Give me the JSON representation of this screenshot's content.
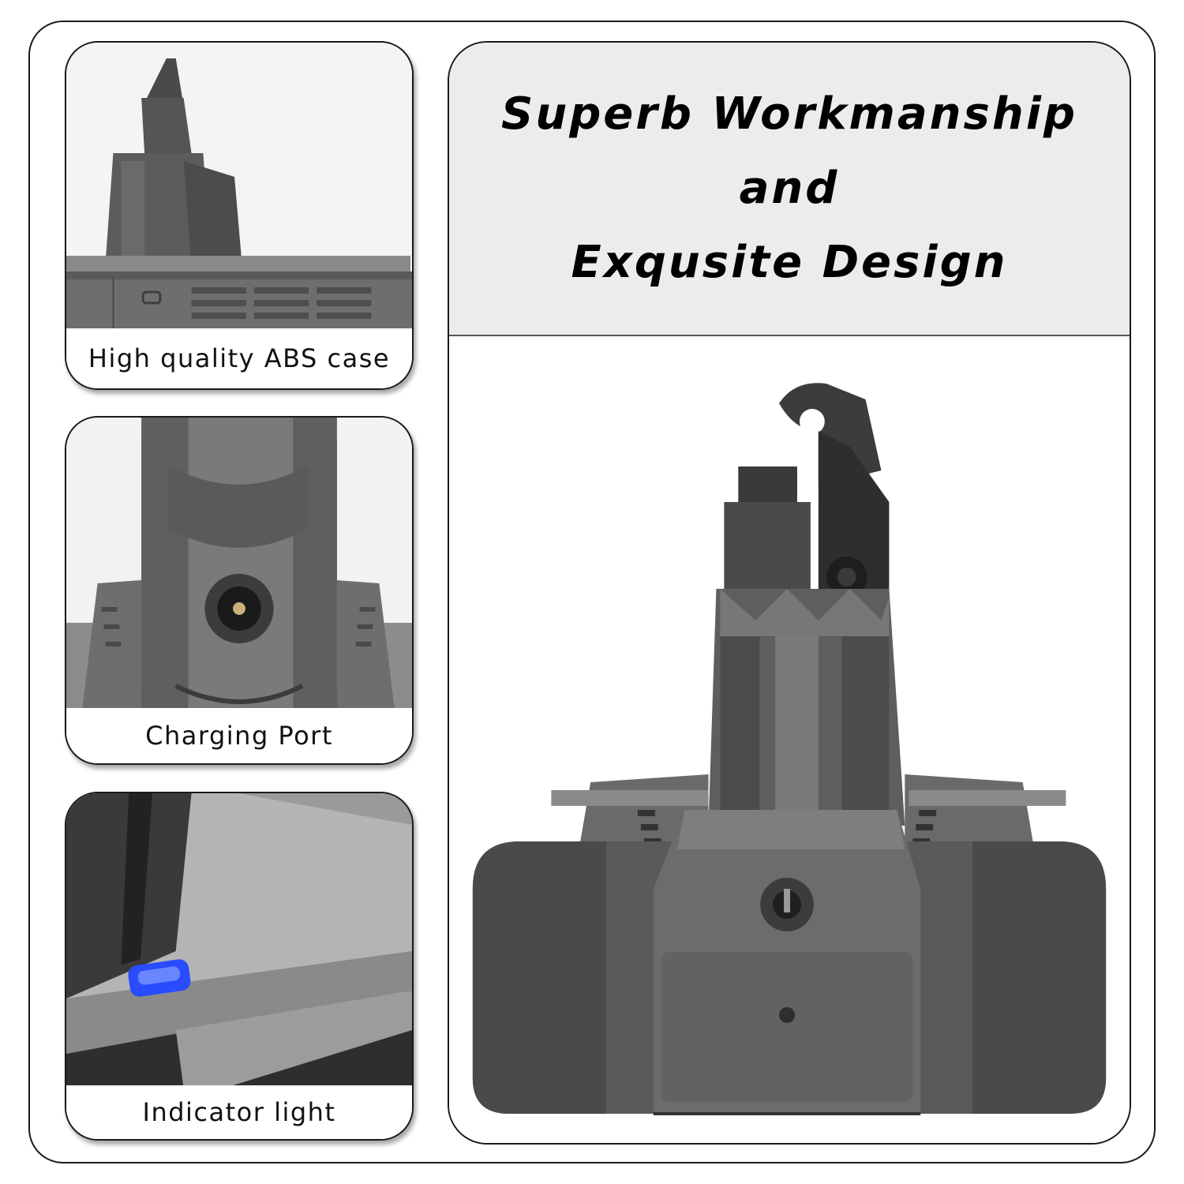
{
  "cards": [
    {
      "caption": "High quality ABS case",
      "photo_icon": "battery-case-closeup"
    },
    {
      "caption": "Charging Port",
      "photo_icon": "charging-port-closeup"
    },
    {
      "caption": "Indicator light",
      "photo_icon": "indicator-light-closeup"
    }
  ],
  "main_panel": {
    "heading": {
      "line1": "Superb Workmanship",
      "line2": "and",
      "line3": "Exqusite Design"
    },
    "product_icon": "vacuum-battery-pack"
  },
  "colors": {
    "housing_gray": "#6b6b6b",
    "housing_dark": "#3a3a3a",
    "indicator_blue": "#2a4cff",
    "header_bg": "#ececec"
  }
}
